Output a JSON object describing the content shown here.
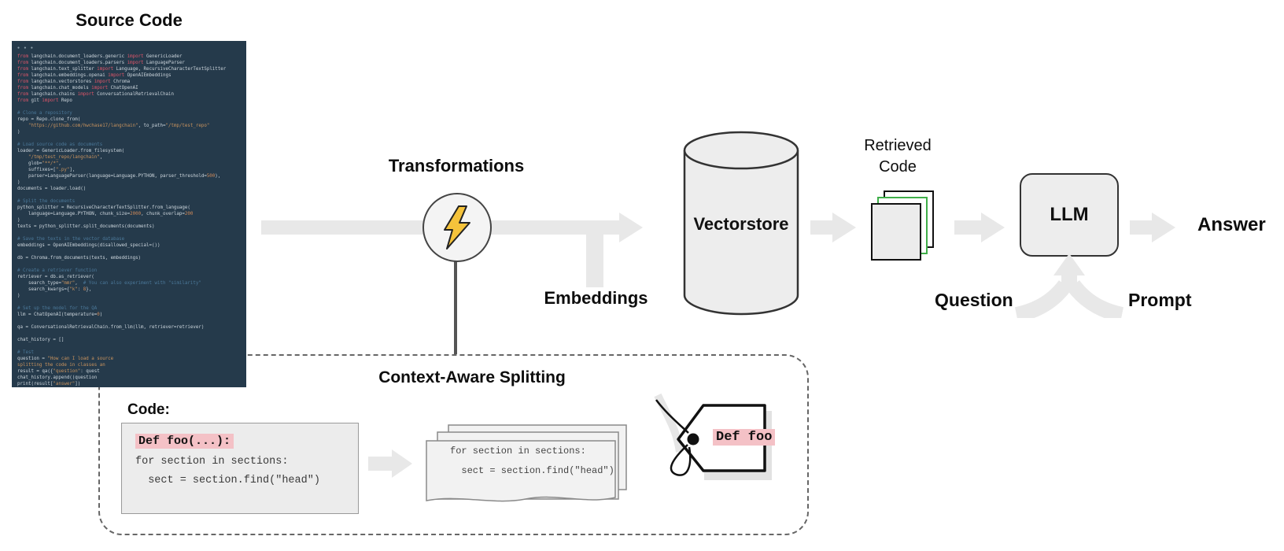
{
  "colors": {
    "arrow": "#e8e8e8",
    "bolt": "#f5c33b",
    "pink": "#f4c1c6",
    "doc-green": "#3fae49",
    "connector": "#555555",
    "editor-bg": "#253a4b",
    "tok-k": "#e0566a",
    "tok-p": "#ccd5dc",
    "tok-c": "#4b7899",
    "tok-s": "#c9935e",
    "tok-n": "#d08a5a"
  },
  "labels": {
    "source_code": "Source Code",
    "transformations": "Transformations",
    "embeddings": "Embeddings",
    "vectorstore": "Vectorstore",
    "retrieved_line1": "Retrieved",
    "retrieved_line2": "Code",
    "llm": "LLM",
    "answer": "Answer",
    "question": "Question",
    "prompt": "Prompt",
    "context_title": "Context-Aware Splitting"
  },
  "splitting": {
    "code_label": "Code:",
    "box_highlight": "Def foo(...):",
    "box_line2": "for section in sections:",
    "box_line3": "  sect = section.find(\"head\")",
    "page_line1": "for section in sections:",
    "page_line2": "  sect = section.find(\"head\")",
    "tag_label": "Def foo"
  },
  "editor": {
    "window_dots": "● ● ●",
    "lines": [
      [
        [
          "k",
          "from "
        ],
        [
          "p",
          "langchain.document_loaders.generic "
        ],
        [
          "k",
          "import "
        ],
        [
          "p",
          "GenericLoader"
        ]
      ],
      [
        [
          "k",
          "from "
        ],
        [
          "p",
          "langchain.document_loaders.parsers "
        ],
        [
          "k",
          "import "
        ],
        [
          "p",
          "LanguageParser"
        ]
      ],
      [
        [
          "k",
          "from "
        ],
        [
          "p",
          "langchain.text_splitter "
        ],
        [
          "k",
          "import "
        ],
        [
          "p",
          "Language, RecursiveCharacterTextSplitter"
        ]
      ],
      [
        [
          "k",
          "from "
        ],
        [
          "p",
          "langchain.embeddings.openai "
        ],
        [
          "k",
          "import "
        ],
        [
          "p",
          "OpenAIEmbeddings"
        ]
      ],
      [
        [
          "k",
          "from "
        ],
        [
          "p",
          "langchain.vectorstores "
        ],
        [
          "k",
          "import "
        ],
        [
          "p",
          "Chroma"
        ]
      ],
      [
        [
          "k",
          "from "
        ],
        [
          "p",
          "langchain.chat_models "
        ],
        [
          "k",
          "import "
        ],
        [
          "p",
          "ChatOpenAI"
        ]
      ],
      [
        [
          "k",
          "from "
        ],
        [
          "p",
          "langchain.chains "
        ],
        [
          "k",
          "import "
        ],
        [
          "p",
          "ConversationalRetrievalChain"
        ]
      ],
      [
        [
          "k",
          "from "
        ],
        [
          "p",
          "git "
        ],
        [
          "k",
          "import "
        ],
        [
          "p",
          "Repo"
        ]
      ],
      [],
      [
        [
          "c",
          "# Clone a repository"
        ]
      ],
      [
        [
          "p",
          "repo = Repo.clone_from("
        ]
      ],
      [
        [
          "s",
          "    \"https://github.com/hwchase17/langchain\""
        ],
        [
          "p",
          ", to_path="
        ],
        [
          "s",
          "\"/tmp/test_repo\""
        ]
      ],
      [
        [
          "p",
          ")"
        ]
      ],
      [],
      [
        [
          "c",
          "# Load source code as documents"
        ]
      ],
      [
        [
          "p",
          "loader = GenericLoader.from_filesystem("
        ]
      ],
      [
        [
          "s",
          "    \"/tmp/test_repo/langchain\""
        ],
        [
          "p",
          ","
        ]
      ],
      [
        [
          "p",
          "    glob="
        ],
        [
          "s",
          "\"**/*\""
        ],
        [
          "p",
          ","
        ]
      ],
      [
        [
          "p",
          "    suffixes=["
        ],
        [
          "s",
          "\".py\""
        ],
        [
          "p",
          "],"
        ]
      ],
      [
        [
          "p",
          "    parser=LanguageParser(language=Language.PYTHON, parser_threshold="
        ],
        [
          "n",
          "500"
        ],
        [
          "p",
          "),"
        ]
      ],
      [
        [
          "p",
          ")"
        ]
      ],
      [
        [
          "p",
          "documents = loader.load()"
        ]
      ],
      [],
      [
        [
          "c",
          "# Split the documents"
        ]
      ],
      [
        [
          "p",
          "python_splitter = RecursiveCharacterTextSplitter.from_language("
        ]
      ],
      [
        [
          "p",
          "    language=Language.PYTHON, chunk_size="
        ],
        [
          "n",
          "2000"
        ],
        [
          "p",
          ", chunk_overlap="
        ],
        [
          "n",
          "200"
        ]
      ],
      [
        [
          "p",
          ")"
        ]
      ],
      [
        [
          "p",
          "texts = python_splitter.split_documents(documents)"
        ]
      ],
      [],
      [
        [
          "c",
          "# Save the texts in the vector database"
        ]
      ],
      [
        [
          "p",
          "embeddings = OpenAIEmbeddings(disallowed_special=())"
        ]
      ],
      [],
      [
        [
          "p",
          "db = Chroma.from_documents(texts, embeddings)"
        ]
      ],
      [],
      [
        [
          "c",
          "# Create a retriever function"
        ]
      ],
      [
        [
          "p",
          "retriever = db.as_retriever("
        ]
      ],
      [
        [
          "p",
          "    search_type="
        ],
        [
          "s",
          "\"mmr\""
        ],
        [
          "p",
          ","
        ],
        [
          "c",
          "  # You can also experiment with \"similarity\""
        ]
      ],
      [
        [
          "p",
          "    search_kwargs={"
        ],
        [
          "s",
          "\"k\""
        ],
        [
          "p",
          ": "
        ],
        [
          "n",
          "8"
        ],
        [
          "p",
          "},"
        ]
      ],
      [
        [
          "p",
          ")"
        ]
      ],
      [],
      [
        [
          "c",
          "# Set up the model for the QA"
        ]
      ],
      [
        [
          "p",
          "llm = ChatOpenAI(temperature="
        ],
        [
          "n",
          "0"
        ],
        [
          "p",
          ")"
        ]
      ],
      [],
      [
        [
          "p",
          "qa = ConversationalRetrievalChain.from_llm(llm, retriever=retriever)"
        ]
      ],
      [],
      [
        [
          "p",
          "chat_history = []"
        ]
      ],
      [],
      [
        [
          "c",
          "# Test"
        ]
      ],
      [
        [
          "p",
          "question = "
        ],
        [
          "s",
          "\"How can I load a source"
        ]
      ],
      [
        [
          "s",
          "splitting the code in classes an"
        ]
      ],
      [
        [
          "p",
          "result = qa({"
        ],
        [
          "s",
          "\"question\""
        ],
        [
          "p",
          ": quest"
        ]
      ],
      [
        [
          "p",
          "chat_history.append((question"
        ]
      ],
      [
        [
          "p",
          "print(result["
        ],
        [
          "s",
          "\"answer\""
        ],
        [
          "p",
          "])"
        ]
      ]
    ]
  }
}
